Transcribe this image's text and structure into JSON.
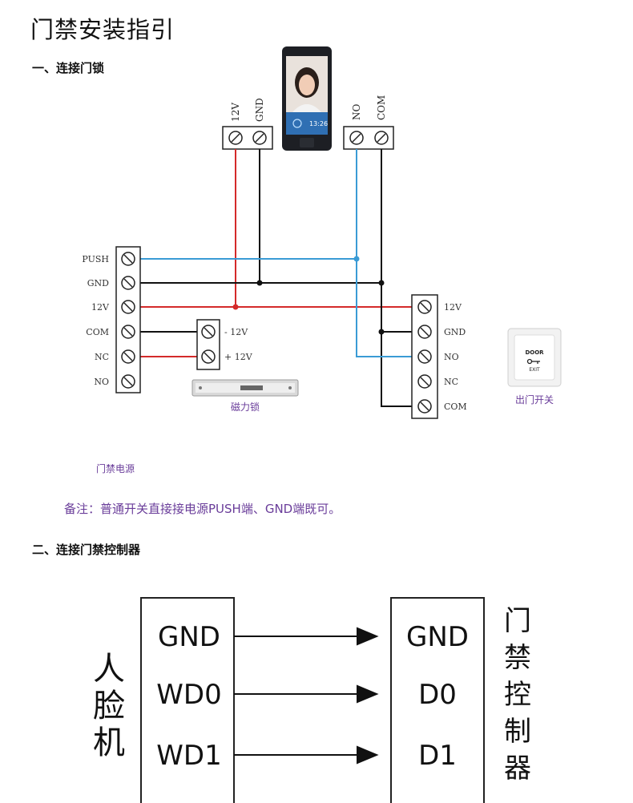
{
  "title": "门禁安装指引",
  "section1": {
    "title": "一、连接门锁",
    "device_top_left_terminal": [
      "12V",
      "GND"
    ],
    "device_top_right_terminal": [
      "NO",
      "COM"
    ],
    "device_screen_time": "13:26",
    "power_supply": {
      "labels": [
        "PUSH",
        "GND",
        "12V",
        "COM",
        "NC",
        "NO"
      ],
      "caption": "门禁电源"
    },
    "mag_lock": {
      "labels": [
        "- 12V",
        "+ 12V"
      ],
      "caption": "磁力锁"
    },
    "exit_terminal": {
      "labels": [
        "12V",
        "GND",
        "NO",
        "NC",
        "COM"
      ]
    },
    "exit_button": {
      "line1": "DOOR",
      "line2": "EXIT",
      "caption": "出门开关"
    },
    "note": "备注：普通开关直接接电源PUSH端、GND端既可。",
    "wire_colors": {
      "red": "#d42a2a",
      "black": "#111111",
      "blue": "#3a9bd5"
    }
  },
  "section2": {
    "title": "二、连接门禁控制器",
    "left_box_label_chars": [
      "人",
      "脸",
      "机"
    ],
    "left_signals": [
      "GND",
      "WD0",
      "WD1"
    ],
    "right_signals": [
      "GND",
      "D0",
      "D1"
    ],
    "right_box_label_chars": [
      "门",
      "禁",
      "控",
      "制",
      "器"
    ]
  }
}
